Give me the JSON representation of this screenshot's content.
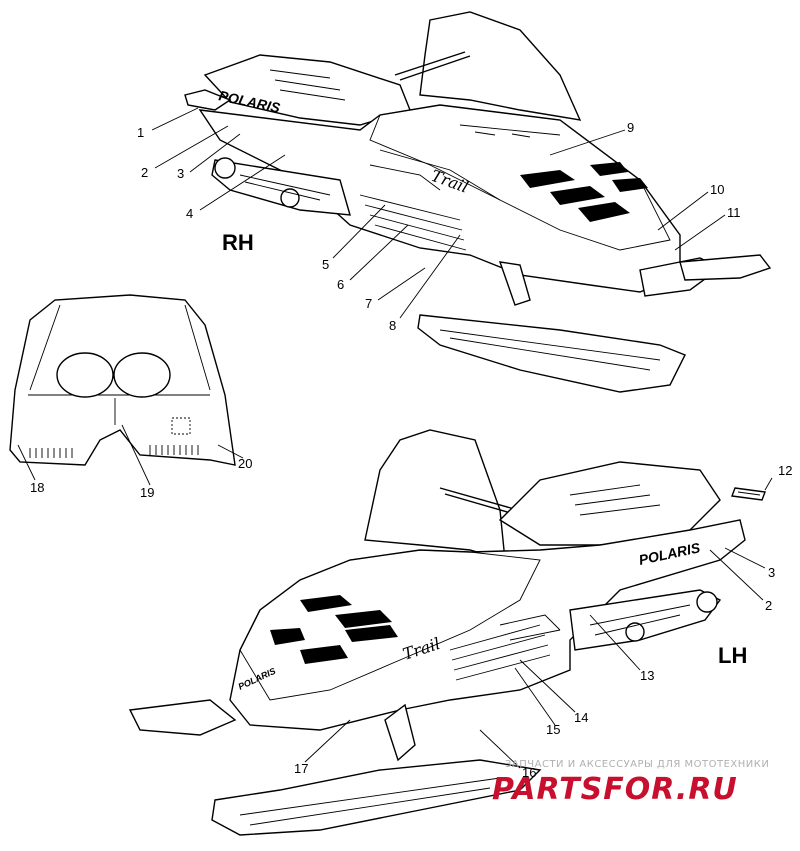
{
  "diagram": {
    "side_labels": {
      "rh": "RH",
      "lh": "LH"
    },
    "callouts": [
      "1",
      "2",
      "3",
      "4",
      "5",
      "6",
      "7",
      "8",
      "9",
      "10",
      "11",
      "12",
      "3",
      "2",
      "13",
      "14",
      "15",
      "16",
      "17",
      "18",
      "19",
      "20"
    ],
    "brand_text": "POLARIS",
    "model_text": "Trail",
    "watermark": {
      "tagline": "ЗАПЧАСТИ И АКСЕССУАРЫ ДЛЯ МОТОТЕХНИКИ",
      "logo": "PARTSFOR.RU",
      "logo_color": "#c8102e"
    }
  }
}
